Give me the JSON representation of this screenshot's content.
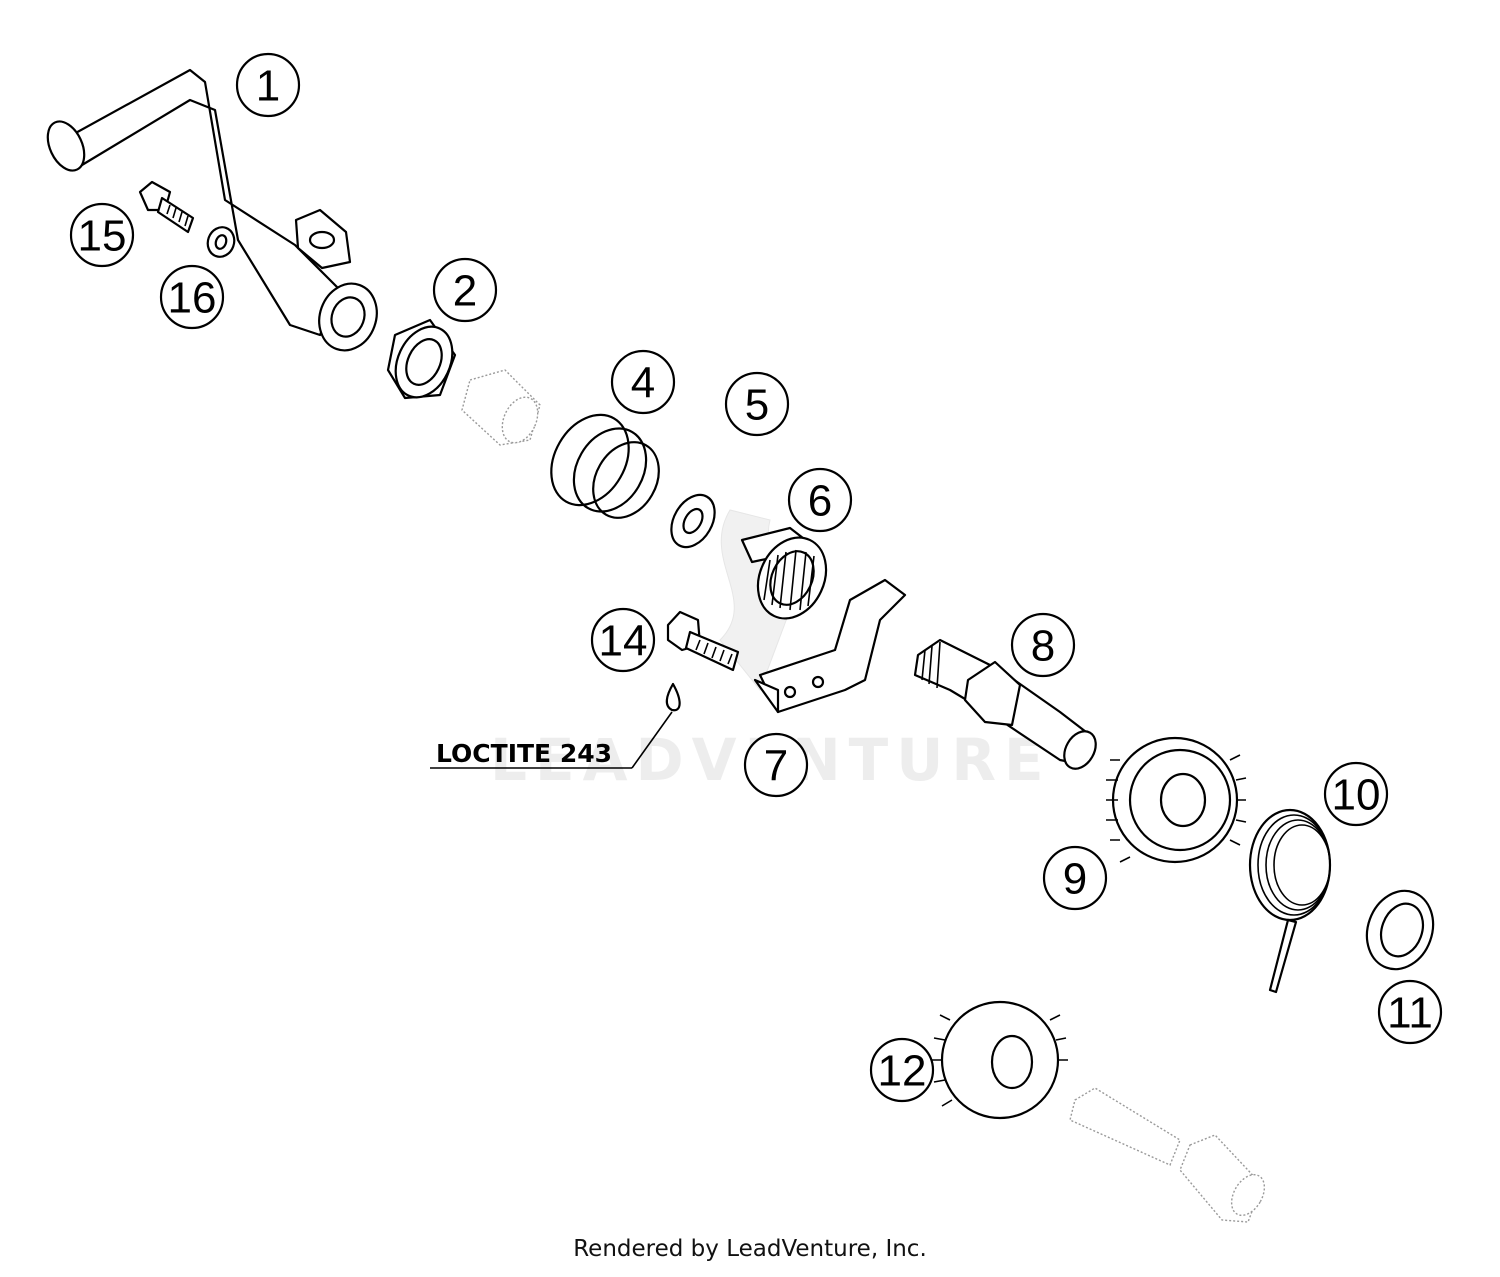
{
  "callouts": {
    "c1": "1",
    "c2": "2",
    "c4": "4",
    "c5": "5",
    "c6": "6",
    "c7": "7",
    "c8": "8",
    "c9": "9",
    "c10": "10",
    "c11": "11",
    "c12": "12",
    "c14": "14",
    "c15": "15",
    "c16": "16"
  },
  "note": {
    "loctite": "LOCTITE 243"
  },
  "watermark": {
    "text": "LEADVENTURE"
  },
  "footer": {
    "text": "Rendered by LeadVenture, Inc."
  }
}
